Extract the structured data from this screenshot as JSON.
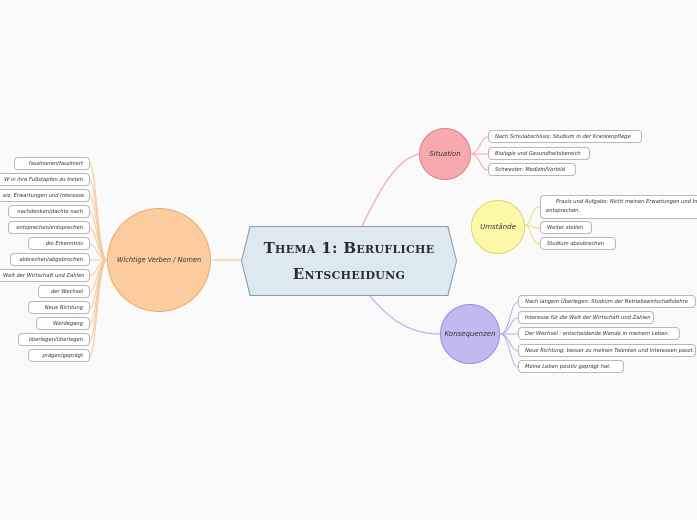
{
  "central": {
    "title_line1": "Thema 1: Berufliche",
    "title_line2": "Entscheidung"
  },
  "left_topic": {
    "label": "Wichtige Verben / Nomen",
    "color": "#fccc9e",
    "items": [
      "faszinieren/fasziniert",
      "W in ihre Fußstapfen zu treten",
      "eiz, Erwartungen und Interesse",
      "nachdenken/dachte nach",
      "entsprechen/entsprechen",
      "die Erkenntnis",
      "abbrechen/abgebrochen",
      "Welt der Wirtschaft und Zahlen",
      "der Wechsel",
      "Neue Richtung",
      "Werdegang",
      "überlegen/überlegen",
      "prägen/geprägt"
    ]
  },
  "situation": {
    "label": "Situation",
    "color": "#f7a9ad",
    "items": [
      "Nach Schulabschluss: Studium in der Krankenpflege",
      "Biologie und Gesundheitsbereich",
      "Schwester: Medizin/Vorbild"
    ]
  },
  "umstaende": {
    "label": "Umstände",
    "color": "#fdf8a8",
    "items": [
      "Praxis und Aufgabe: Nicht meinen Erwartungen und In",
      "entsprechen.",
      "Weiter stellen",
      "Studium abzubrechen"
    ]
  },
  "konsequenzen": {
    "label": "Konsequenzen",
    "color": "#c3b8ef",
    "items": [
      "Nach langem Überlegen: Studium der Betriebswirtschaftslehre",
      "Interesse für die Welt der Wirtschaft und Zahlen",
      "Der Wechsel : entscheidende Wende in meinem Leben.",
      "Neue Richtung: besser zu meinen Talenten und Interessen passt.",
      "Meine Leben positiv geprägt hat."
    ]
  }
}
